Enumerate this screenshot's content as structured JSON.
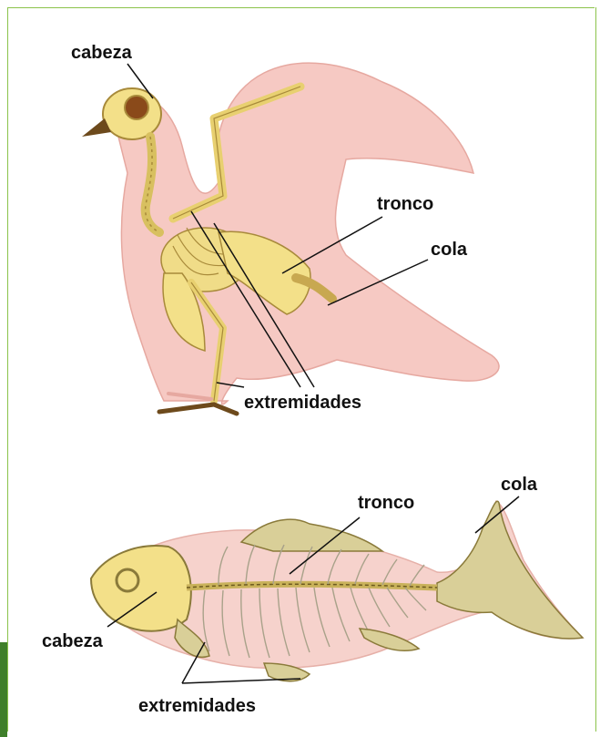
{
  "bird": {
    "labels": {
      "head": "cabeza",
      "trunk": "tronco",
      "tail": "cola",
      "limbs": "extremidades"
    }
  },
  "fish": {
    "labels": {
      "head": "cabeza",
      "trunk": "tronco",
      "tail": "cola",
      "limbs": "extremidades"
    }
  },
  "colors": {
    "frame": "#8bc34a",
    "side_tab": "#3f7f2a",
    "bird_body": "#f6c9c3",
    "bone": "#f3e089",
    "fish_body": "#f6d2cc",
    "fin": "#d9cf98"
  }
}
